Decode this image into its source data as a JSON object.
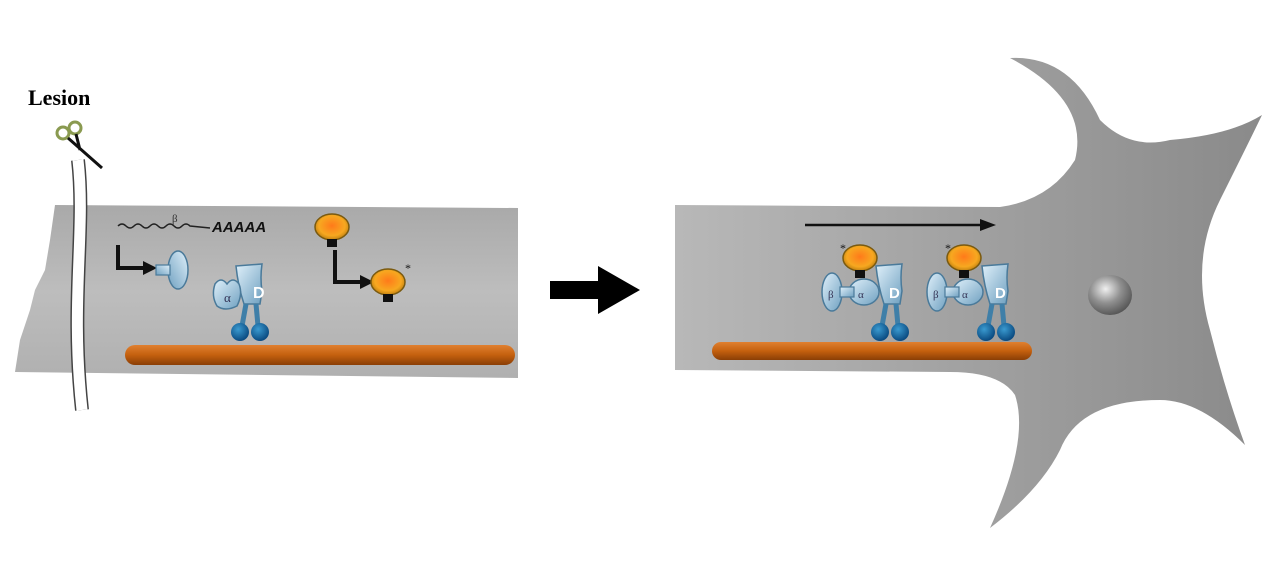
{
  "labels": {
    "lesion": "Lesion",
    "mrna_beta": "β",
    "poly_a": "AAAAA",
    "alpha": "α",
    "dynein": "D",
    "beta": "β",
    "phospho": "*"
  },
  "colors": {
    "axon": "#b4b4b4",
    "microtubule": "#c86414",
    "importin": "#8fb8d0",
    "motor_feet": "#1a6aa0",
    "cargo": "#f6a21c"
  }
}
